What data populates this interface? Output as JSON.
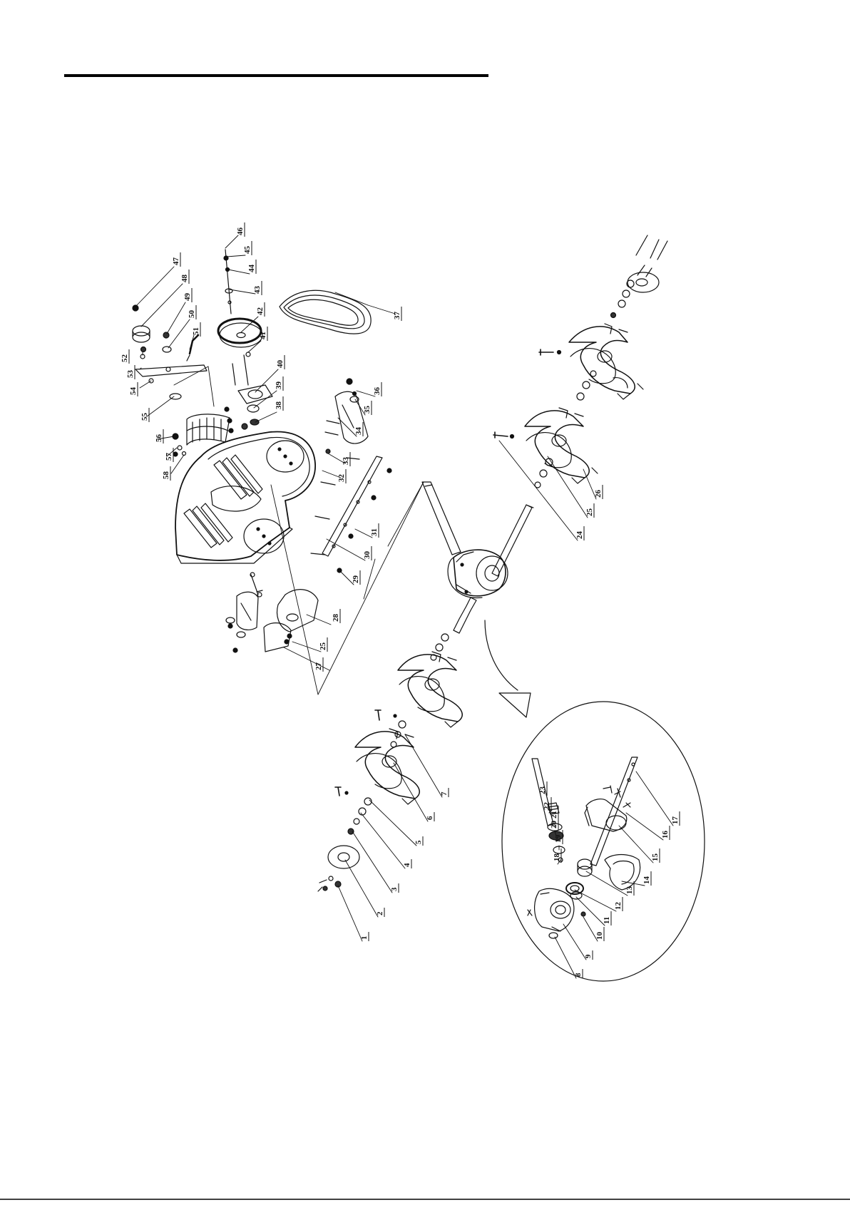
{
  "diagram": {
    "kind": "exploded parts view",
    "callouts": [
      "1",
      "2",
      "3",
      "4",
      "5",
      "6",
      "7",
      "8",
      "9",
      "10",
      "11",
      "12",
      "13",
      "14",
      "15",
      "16",
      "17",
      "18",
      "19",
      "20",
      "21",
      "22",
      "23",
      "24",
      "25",
      "26",
      "27",
      "25",
      "28",
      "29",
      "30",
      "31",
      "32",
      "33",
      "34",
      "35",
      "36",
      "37",
      "38",
      "39",
      "40",
      "41",
      "42",
      "43",
      "44",
      "45",
      "46",
      "47",
      "48",
      "49",
      "50",
      "51",
      "52",
      "53",
      "54",
      "55",
      "56",
      "57",
      "58"
    ]
  }
}
